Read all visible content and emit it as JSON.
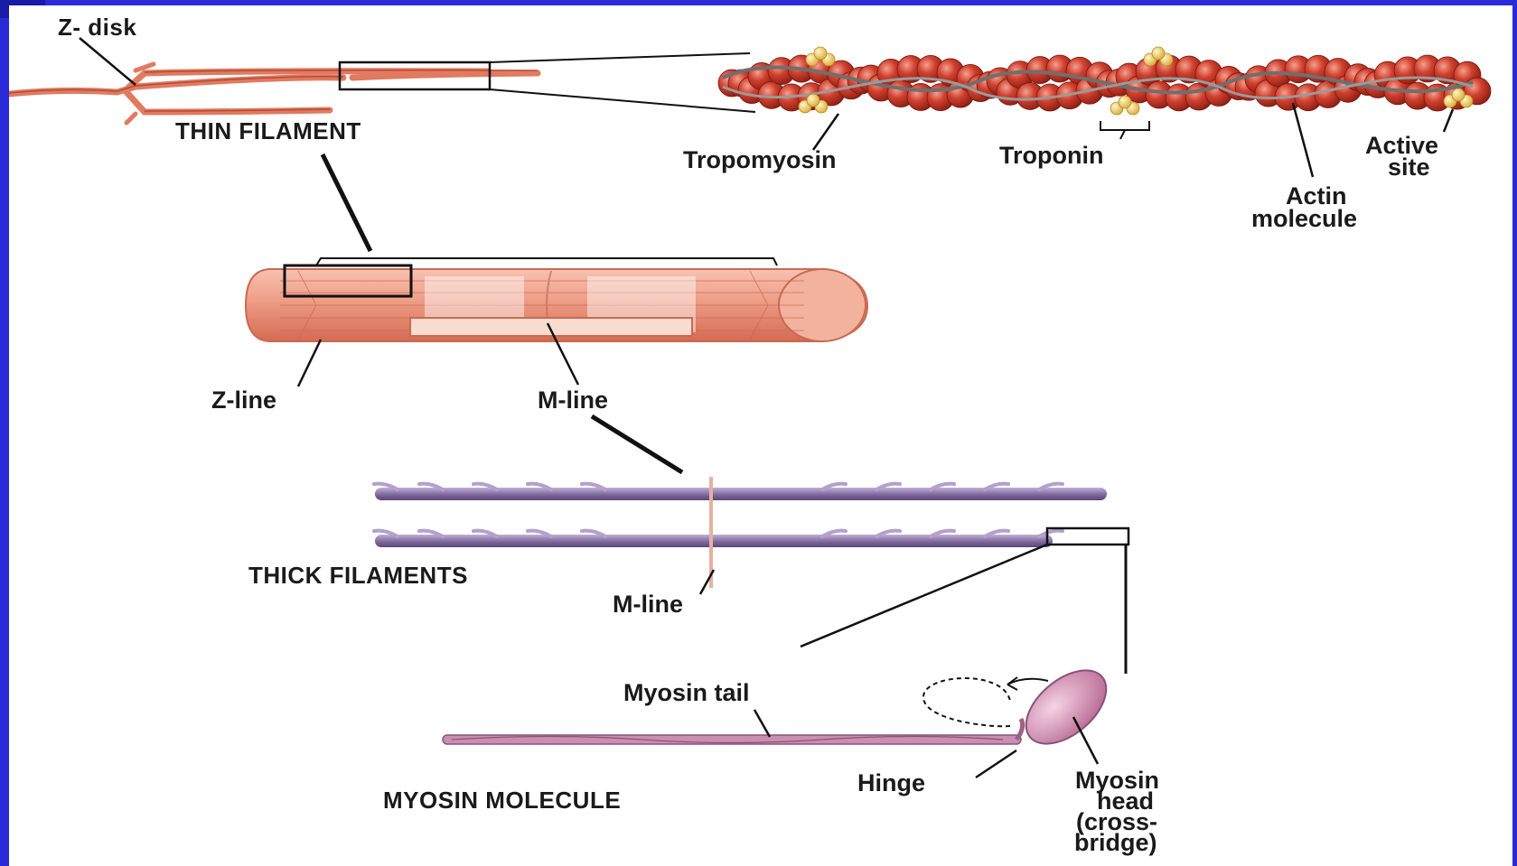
{
  "diagram": {
    "labels": {
      "z_disk": "Z- disk",
      "thin_filament": "THIN FILAMENT",
      "tropomyosin": "Tropomyosin",
      "troponin": "Troponin",
      "active_site_1": "Active",
      "active_site_2": "site",
      "actin_molecule_1": "Actin",
      "actin_molecule_2": "molecule",
      "z_line": "Z-line",
      "m_line_top": "M-line",
      "thick_filaments": "THICK FILAMENTS",
      "m_line_bottom": "M-line",
      "myosin_tail": "Myosin tail",
      "hinge": "Hinge",
      "myosin_molecule": "MYOSIN MOLECULE",
      "myosin_head_1": "Myosin",
      "myosin_head_2": "head",
      "myosin_head_3": "(cross-",
      "myosin_head_4": "bridge)"
    },
    "colors": {
      "frame": "#2a2ad8",
      "actin": "#c83a2a",
      "actin_highlight": "#e8745e",
      "troponin": "#f2d36a",
      "tropomyosin": "#8a8a8a",
      "thin_filament": "#e07a60",
      "myofibril": "#e8907a",
      "thick_filament": "#8a78a8",
      "myosin": "#c890b0"
    }
  }
}
